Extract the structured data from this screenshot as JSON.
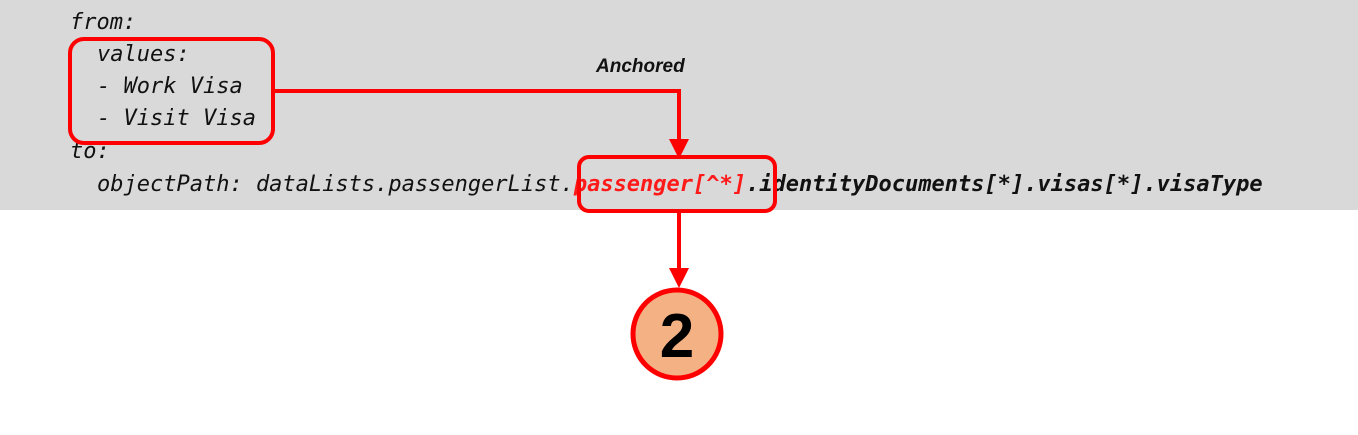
{
  "code": {
    "from_key": "from:",
    "values_key": "values:",
    "value_work_visa": "- Work Visa",
    "value_visit_visa": "- Visit Visa",
    "to_key": "to:",
    "object_path_prefix": "objectPath: dataLists.passengerList.",
    "object_path_anchor": "passenger[^*]",
    "object_path_suffix": ".identityDocuments[*].visas[*].visaType"
  },
  "annotation": {
    "arrow_label": "Anchored",
    "step_number": "2"
  },
  "colors": {
    "panel_background": "#d9d9d9",
    "highlight_red": "#ff0000",
    "step_circle_fill": "#f4b183"
  }
}
